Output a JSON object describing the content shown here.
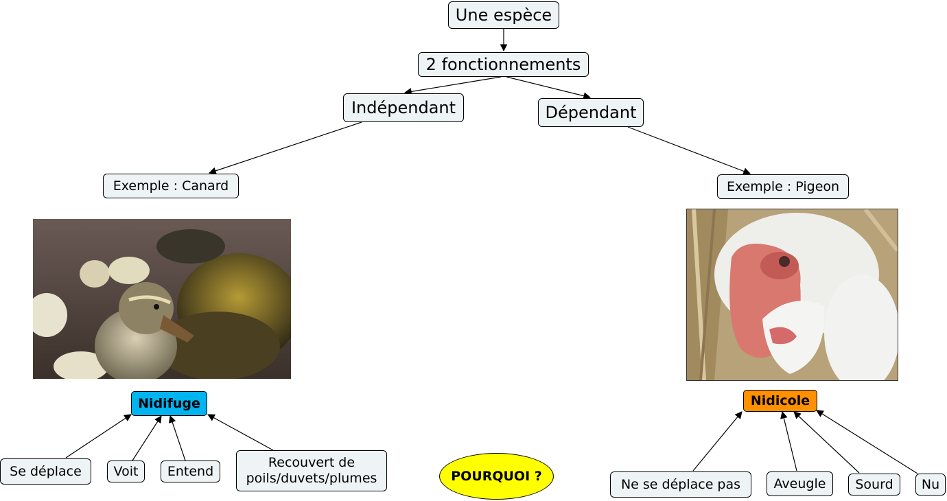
{
  "nodes": {
    "root": "Une espèce",
    "fonctionnements": "2 fonctionnements",
    "independant": "Indépendant",
    "dependant": "Dépendant",
    "exemple_canard": "Exemple : Canard",
    "exemple_pigeon": "Exemple : Pigeon",
    "nidifuge": "Nidifuge",
    "nidicole": "Nidicole",
    "se_deplace": "Se déplace",
    "voit": "Voit",
    "entend": "Entend",
    "recouvert_line1": "Recouvert de",
    "recouvert_line2": "poils/duvets/plumes",
    "ne_se_deplace_pas": "Ne se déplace pas",
    "aveugle": "Aveugle",
    "sourd": "Sourd",
    "nu": "Nu",
    "pourquoi": "POURQUOI ?"
  },
  "images": {
    "left": "ducklings-photo",
    "right": "pigeon-chick-photo"
  },
  "colors": {
    "node_fill": "#eef3f5",
    "nidifuge_fill": "#00b4f0",
    "nidicole_fill": "#ff9000",
    "pourquoi_fill": "#ffff00"
  }
}
